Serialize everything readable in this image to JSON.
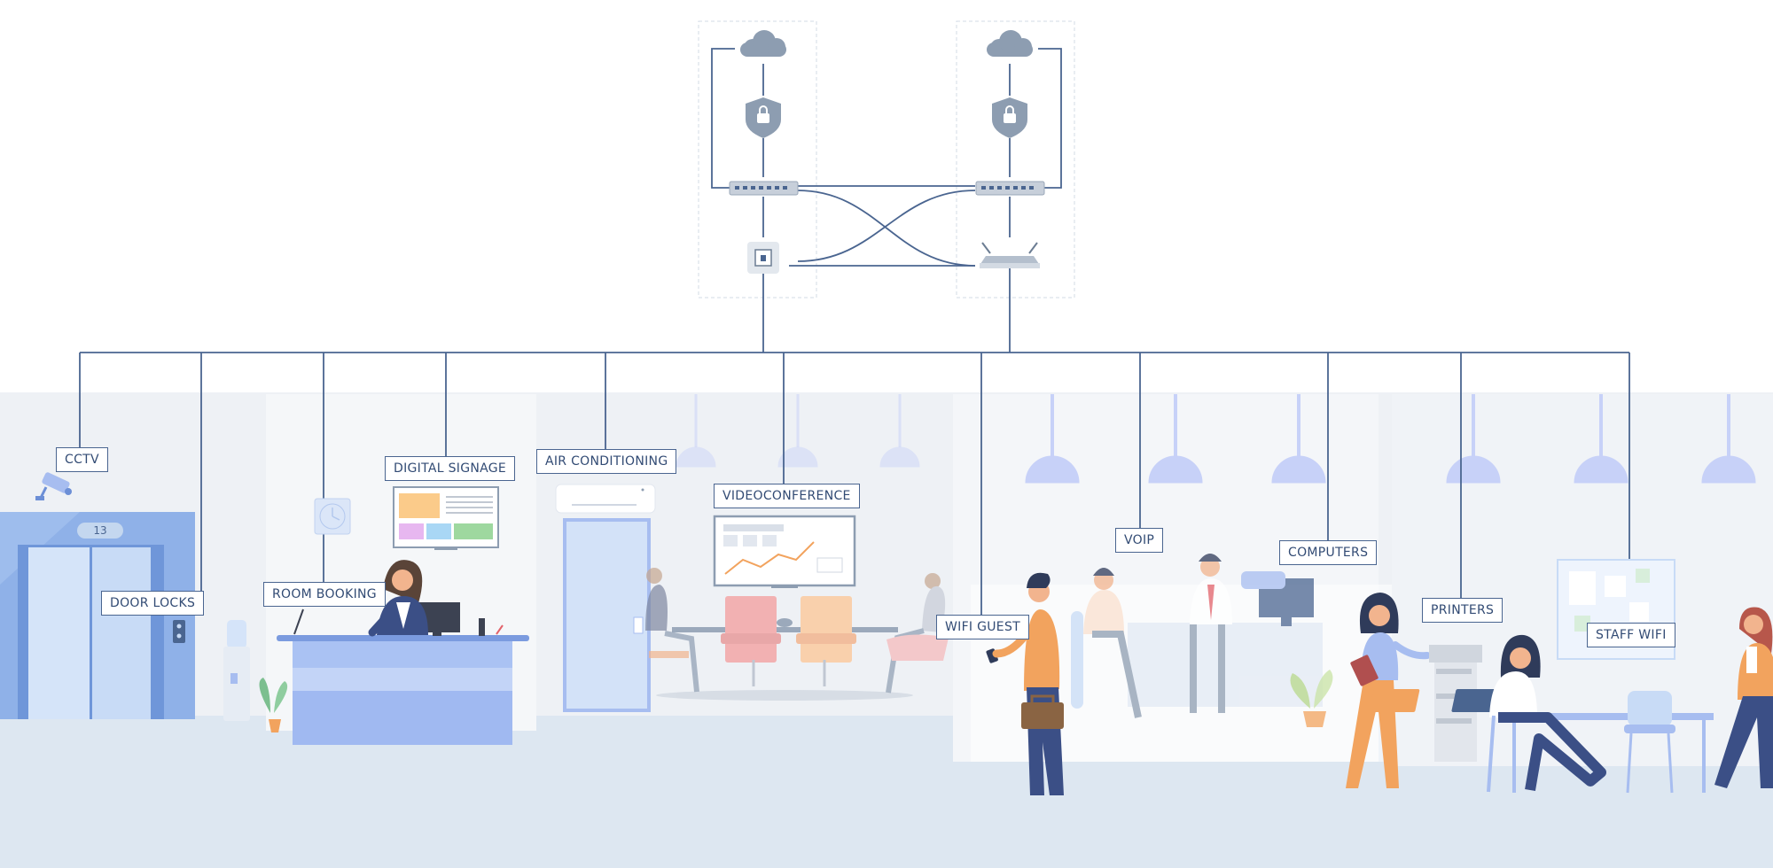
{
  "labels": {
    "cctv": "CCTV",
    "door_locks": "DOOR LOCKS",
    "room_booking": "ROOM BOOKING",
    "digital_signage": "DIGITAL SIGNAGE",
    "air_conditioning": "AIR CONDITIONING",
    "videoconference": "VIDEOCONFERENCE",
    "wifi_guest": "WIFI GUEST",
    "voip": "VOIP",
    "computers": "COMPUTERS",
    "printers": "PRINTERS",
    "staff_wifi": "STAFF WIFI"
  },
  "elevator": {
    "floor": "13"
  },
  "icons": {
    "cloud": "cloud-icon",
    "firewall": "shield-lock-icon",
    "switch": "network-switch-icon",
    "server": "server-icon",
    "router": "wifi-router-icon",
    "camera": "cctv-camera-icon"
  },
  "colors": {
    "line": "#4a6590",
    "cloud": "#8d9db1",
    "floor": "#dde7f1",
    "wall": "#eef1f5",
    "accent_blue": "#a7bdf0",
    "lamp": "#c7d1f8",
    "orange": "#f2a35e"
  }
}
